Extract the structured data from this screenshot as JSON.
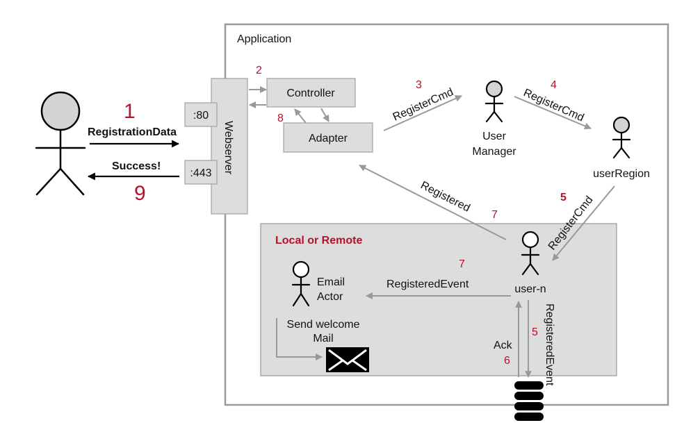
{
  "application_label": "Application",
  "local_remote_label": "Local or Remote",
  "webserver_label": "Webserver",
  "port_80": ":80",
  "port_443": ":443",
  "controller_label": "Controller",
  "adapter_label": "Adapter",
  "user_manager_line1": "User",
  "user_manager_line2": "Manager",
  "user_region_label": "userRegion",
  "user_n_label": "user-n",
  "email_actor_line1": "Email",
  "email_actor_line2": "Actor",
  "send_welcome_line1": "Send welcome",
  "send_welcome_line2": "Mail",
  "registration_data_label": "RegistrationData",
  "success_label": "Success!",
  "register_cmd_3": "RegisterCmd",
  "register_cmd_4": "RegisterCmd",
  "register_cmd_5": "RegisterCmd",
  "registered_label": "Registered",
  "registered_event_horizontal": "RegisteredEvent",
  "registered_event_vertical": "RegisteredEvent",
  "ack_label": "Ack",
  "steps": {
    "s1": "1",
    "s2": "2",
    "s3": "3",
    "s4": "4",
    "s5a": "5",
    "s5b": "5",
    "s6": "6",
    "s7a": "7",
    "s7b": "7",
    "s8": "8",
    "s9": "9"
  },
  "colors": {
    "accent_red": "#b3122b",
    "box_fill": "#dddddd",
    "arrow_gray": "#999999"
  },
  "icons": [
    "stick-figure-icon",
    "envelope-icon",
    "database-icon"
  ]
}
